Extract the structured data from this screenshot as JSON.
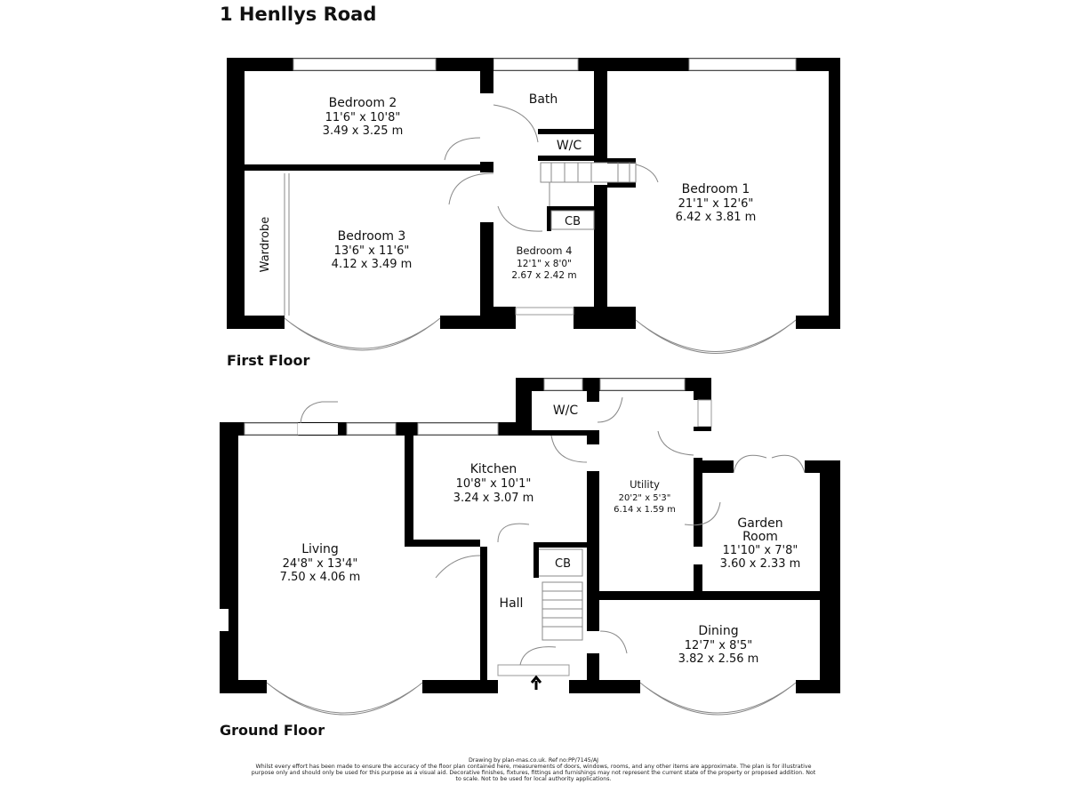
{
  "title": "1 Henllys Road",
  "first_floor": {
    "label": "First Floor",
    "rooms": [
      {
        "name": "Bedroom 2",
        "imperial": "11'6\" x 10'8\"",
        "metric": "3.49 x 3.25 m"
      },
      {
        "name": "Bath"
      },
      {
        "name": "W/C"
      },
      {
        "name": "Bedroom 1",
        "imperial": "21'1\" x 12'6\"",
        "metric": "6.42 x 3.81 m"
      },
      {
        "name": "CB"
      },
      {
        "name": "Bedroom 3",
        "imperial": "13'6\" x 11'6\"",
        "metric": "4.12 x 3.49 m"
      },
      {
        "name": "Bedroom 4",
        "imperial": "12'1\" x 8'0\"",
        "metric": "2.67 x 2.42 m"
      },
      {
        "name": "Wardrobe"
      }
    ]
  },
  "ground_floor": {
    "label": "Ground Floor",
    "rooms": [
      {
        "name": "W/C"
      },
      {
        "name": "Kitchen",
        "imperial": "10'8\" x 10'1\"",
        "metric": "3.24 x 3.07 m"
      },
      {
        "name": "Utility",
        "imperial": "20'2\" x 5'3\"",
        "metric": "6.14 x 1.59 m"
      },
      {
        "name": "Garden",
        "name2": "Room",
        "imperial": "11'10\" x 7'8\"",
        "metric": "3.60 x 2.33 m"
      },
      {
        "name": "Living",
        "imperial": "24'8\" x 13'4\"",
        "metric": "7.50 x 4.06 m"
      },
      {
        "name": "CB"
      },
      {
        "name": "Hall"
      },
      {
        "name": "Dining",
        "imperial": "12'7\" x 8'5\"",
        "metric": "3.82 x 2.56 m"
      }
    ]
  },
  "footer": {
    "credit": "Drawing by plan-mas.co.uk. Ref no:PP/7145/AJ",
    "disclaimer": "Whilst every effort has been made to ensure the accuracy of the floor plan contained here, measurements of doors, windows, rooms, and any other items are approximate. The plan is for illustrative purpose only and should only be used for this purpose as a visual aid. Decorative finishes, fixtures, fittings and furnishings may not represent the current state of the property or proposed addition. Not to scale. Not to be used for local authority applications."
  }
}
